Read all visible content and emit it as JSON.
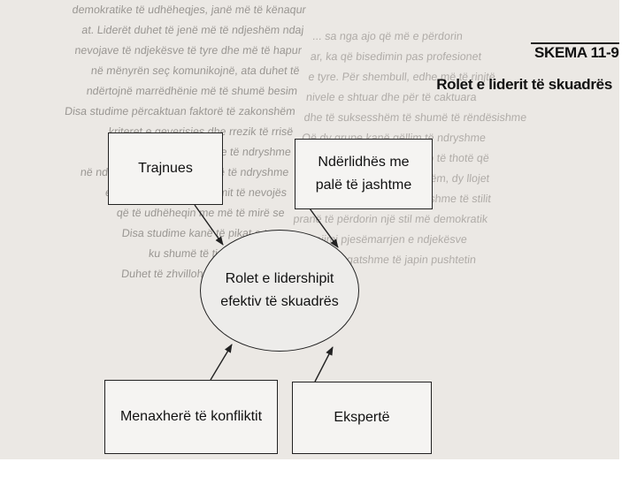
{
  "header": {
    "label": "SKEMA 11-9",
    "title": "Rolet e liderit të skuadrës"
  },
  "diagram": {
    "center": {
      "line1": "Rolet e lidershipit",
      "line2": "efektiv të skuadrës"
    },
    "nodes": {
      "trajnues": "Trajnues",
      "nderlidhes": {
        "line1": "Ndërlidhës me",
        "line2": "palë të jashtme"
      },
      "menaxhere": "Menaxherë të konfliktit",
      "eksperte": "Ekspertë"
    }
  },
  "background_text": {
    "left": [
      "demokratike të udhëheqjes, janë më të kënaqur",
      "at. Liderët duhet të jenë më të ndjeshëm ndaj",
      "nevojave të ndjekësve të tyre dhe më të hapur",
      "në mënyrën seç komunikojnë, ata duhet të",
      "ndërtojnë marrëdhënie më të shumë besim",
      "Disa studime përcaktuan faktorë të zakonshëm",
      "kriteret e qeverisjes dhe rrezik të rrisë",
      "duhet të keni sjellje të ndryshme",
      "në ndërmarrje që janë në ditë të ndryshme",
      "edhe të tjerët rreth qëllimit të nevojës",
      "që të udhëheqin me më të mirë se",
      "Disa studime kanë të pikat e tyre",
      "ku shumë të tjerët të rrethit",
      "Duhet të zhvillohen të qëllimet e"
    ],
    "right": [
      "... sa nga ajo që më e përdorin",
      "ar, ka që bisedimin pas profesionet",
      "e tyre. Për shembull, edhe më të rinjtë",
      "nivele e shtuar dhe për të caktuara",
      "dhe të suksesshëm të shumë të rëndësishme",
      "Që dy grupe kanë qëllim të ndryshme",
      "sesa ndryshime, kjo nuk do të thotë që",
      "janë suksesshëm të pjesshëm, dy llojet",
      "kushtet vendore më të ndryshme të stilit",
      "pranë të përdorin një stil më demokratik",
      "inkurajimi pjesëmarrjen e ndjekësve",
      "dhe janë të gatshme të japin pushtetin"
    ]
  }
}
